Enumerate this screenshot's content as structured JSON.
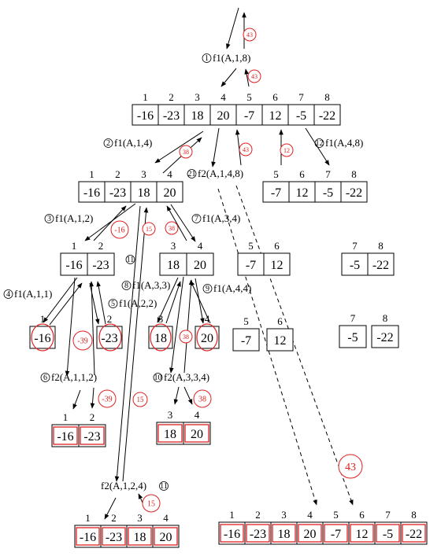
{
  "calls": [
    {
      "id": "c1",
      "num": "1",
      "text": "f1(A,1,8)"
    },
    {
      "id": "c2",
      "num": "2",
      "text": "f1(A,1,4)"
    },
    {
      "id": "c12",
      "num": "12",
      "text": "f1(A,4,8)"
    },
    {
      "id": "c21",
      "num": "21",
      "text": "f2(A,1,4,8)"
    },
    {
      "id": "c3",
      "num": "3",
      "text": "f1(A,1,2)"
    },
    {
      "id": "c7",
      "num": "7",
      "text": "f1(A,3,4)"
    },
    {
      "id": "c11",
      "num": "11",
      "text": ""
    },
    {
      "id": "c4",
      "num": "4",
      "text": "f1(A,1,1)"
    },
    {
      "id": "c5",
      "num": "5",
      "text": "f1(A,2,2)"
    },
    {
      "id": "c8",
      "num": "8",
      "text": "f1(A,3,3)"
    },
    {
      "id": "c9",
      "num": "9",
      "text": "f1(A,4,4)"
    },
    {
      "id": "c6",
      "num": "6",
      "text": "f2(A,1,1,2)"
    },
    {
      "id": "c10",
      "num": "10",
      "text": "f2(A,3,3,4)"
    },
    {
      "id": "c11b",
      "num": "11",
      "text": "f2(A,1,2,4)"
    }
  ],
  "arrays": [
    {
      "id": "top",
      "indices": [
        "1",
        "2",
        "3",
        "4",
        "5",
        "6",
        "7",
        "8"
      ],
      "values": [
        "-16",
        "-23",
        "18",
        "20",
        "-7",
        "12",
        "-5",
        "-22"
      ]
    },
    {
      "id": "l14",
      "indices": [
        "1",
        "2",
        "3",
        "4"
      ],
      "values": [
        "-16",
        "-23",
        "18",
        "20"
      ]
    },
    {
      "id": "r58",
      "indices": [
        "5",
        "6",
        "7",
        "8"
      ],
      "values": [
        "-7",
        "12",
        "-5",
        "-22"
      ]
    },
    {
      "id": "a12",
      "indices": [
        "1",
        "2"
      ],
      "values": [
        "-16",
        "-23"
      ]
    },
    {
      "id": "a34",
      "indices": [
        "3",
        "4"
      ],
      "values": [
        "18",
        "20"
      ]
    },
    {
      "id": "a56",
      "indices": [
        "5",
        "6"
      ],
      "values": [
        "-7",
        "12"
      ]
    },
    {
      "id": "a78",
      "indices": [
        "7",
        "8"
      ],
      "values": [
        "-5",
        "-22"
      ]
    },
    {
      "id": "s1",
      "indices": [
        "1"
      ],
      "values": [
        "-16"
      ]
    },
    {
      "id": "s2",
      "indices": [
        "2"
      ],
      "values": [
        "-23"
      ]
    },
    {
      "id": "s3",
      "indices": [
        "3"
      ],
      "values": [
        "18"
      ]
    },
    {
      "id": "s4",
      "indices": [
        "4"
      ],
      "values": [
        "20"
      ]
    },
    {
      "id": "s5",
      "indices": [
        "5"
      ],
      "values": [
        "-7"
      ]
    },
    {
      "id": "s6",
      "indices": [
        "6"
      ],
      "values": [
        "12"
      ]
    },
    {
      "id": "s7",
      "indices": [
        "7"
      ],
      "values": [
        "-5"
      ]
    },
    {
      "id": "s8",
      "indices": [
        "8"
      ],
      "values": [
        "-22"
      ]
    },
    {
      "id": "m12",
      "indices": [
        "1",
        "2"
      ],
      "values": [
        "-16",
        "-23"
      ]
    },
    {
      "id": "m34",
      "indices": [
        "3",
        "4"
      ],
      "values": [
        "18",
        "20"
      ]
    },
    {
      "id": "m14",
      "indices": [
        "1",
        "2",
        "3",
        "4"
      ],
      "values": [
        "-16",
        "-23",
        "18",
        "20"
      ]
    },
    {
      "id": "final",
      "indices": [
        "1",
        "2",
        "3",
        "4",
        "5",
        "6",
        "7",
        "8"
      ],
      "values": [
        "-16",
        "-23",
        "18",
        "20",
        "-7",
        "12",
        "-5",
        "-22"
      ]
    }
  ],
  "annotations": [
    "43",
    "43",
    "38",
    "43",
    "12",
    "-16",
    "15",
    "38",
    "-39",
    "-39",
    "38",
    "15",
    "38",
    "43",
    "15"
  ],
  "colors": {
    "ink": "#000000",
    "annotation": "#e02020",
    "background": "#ffffff"
  }
}
